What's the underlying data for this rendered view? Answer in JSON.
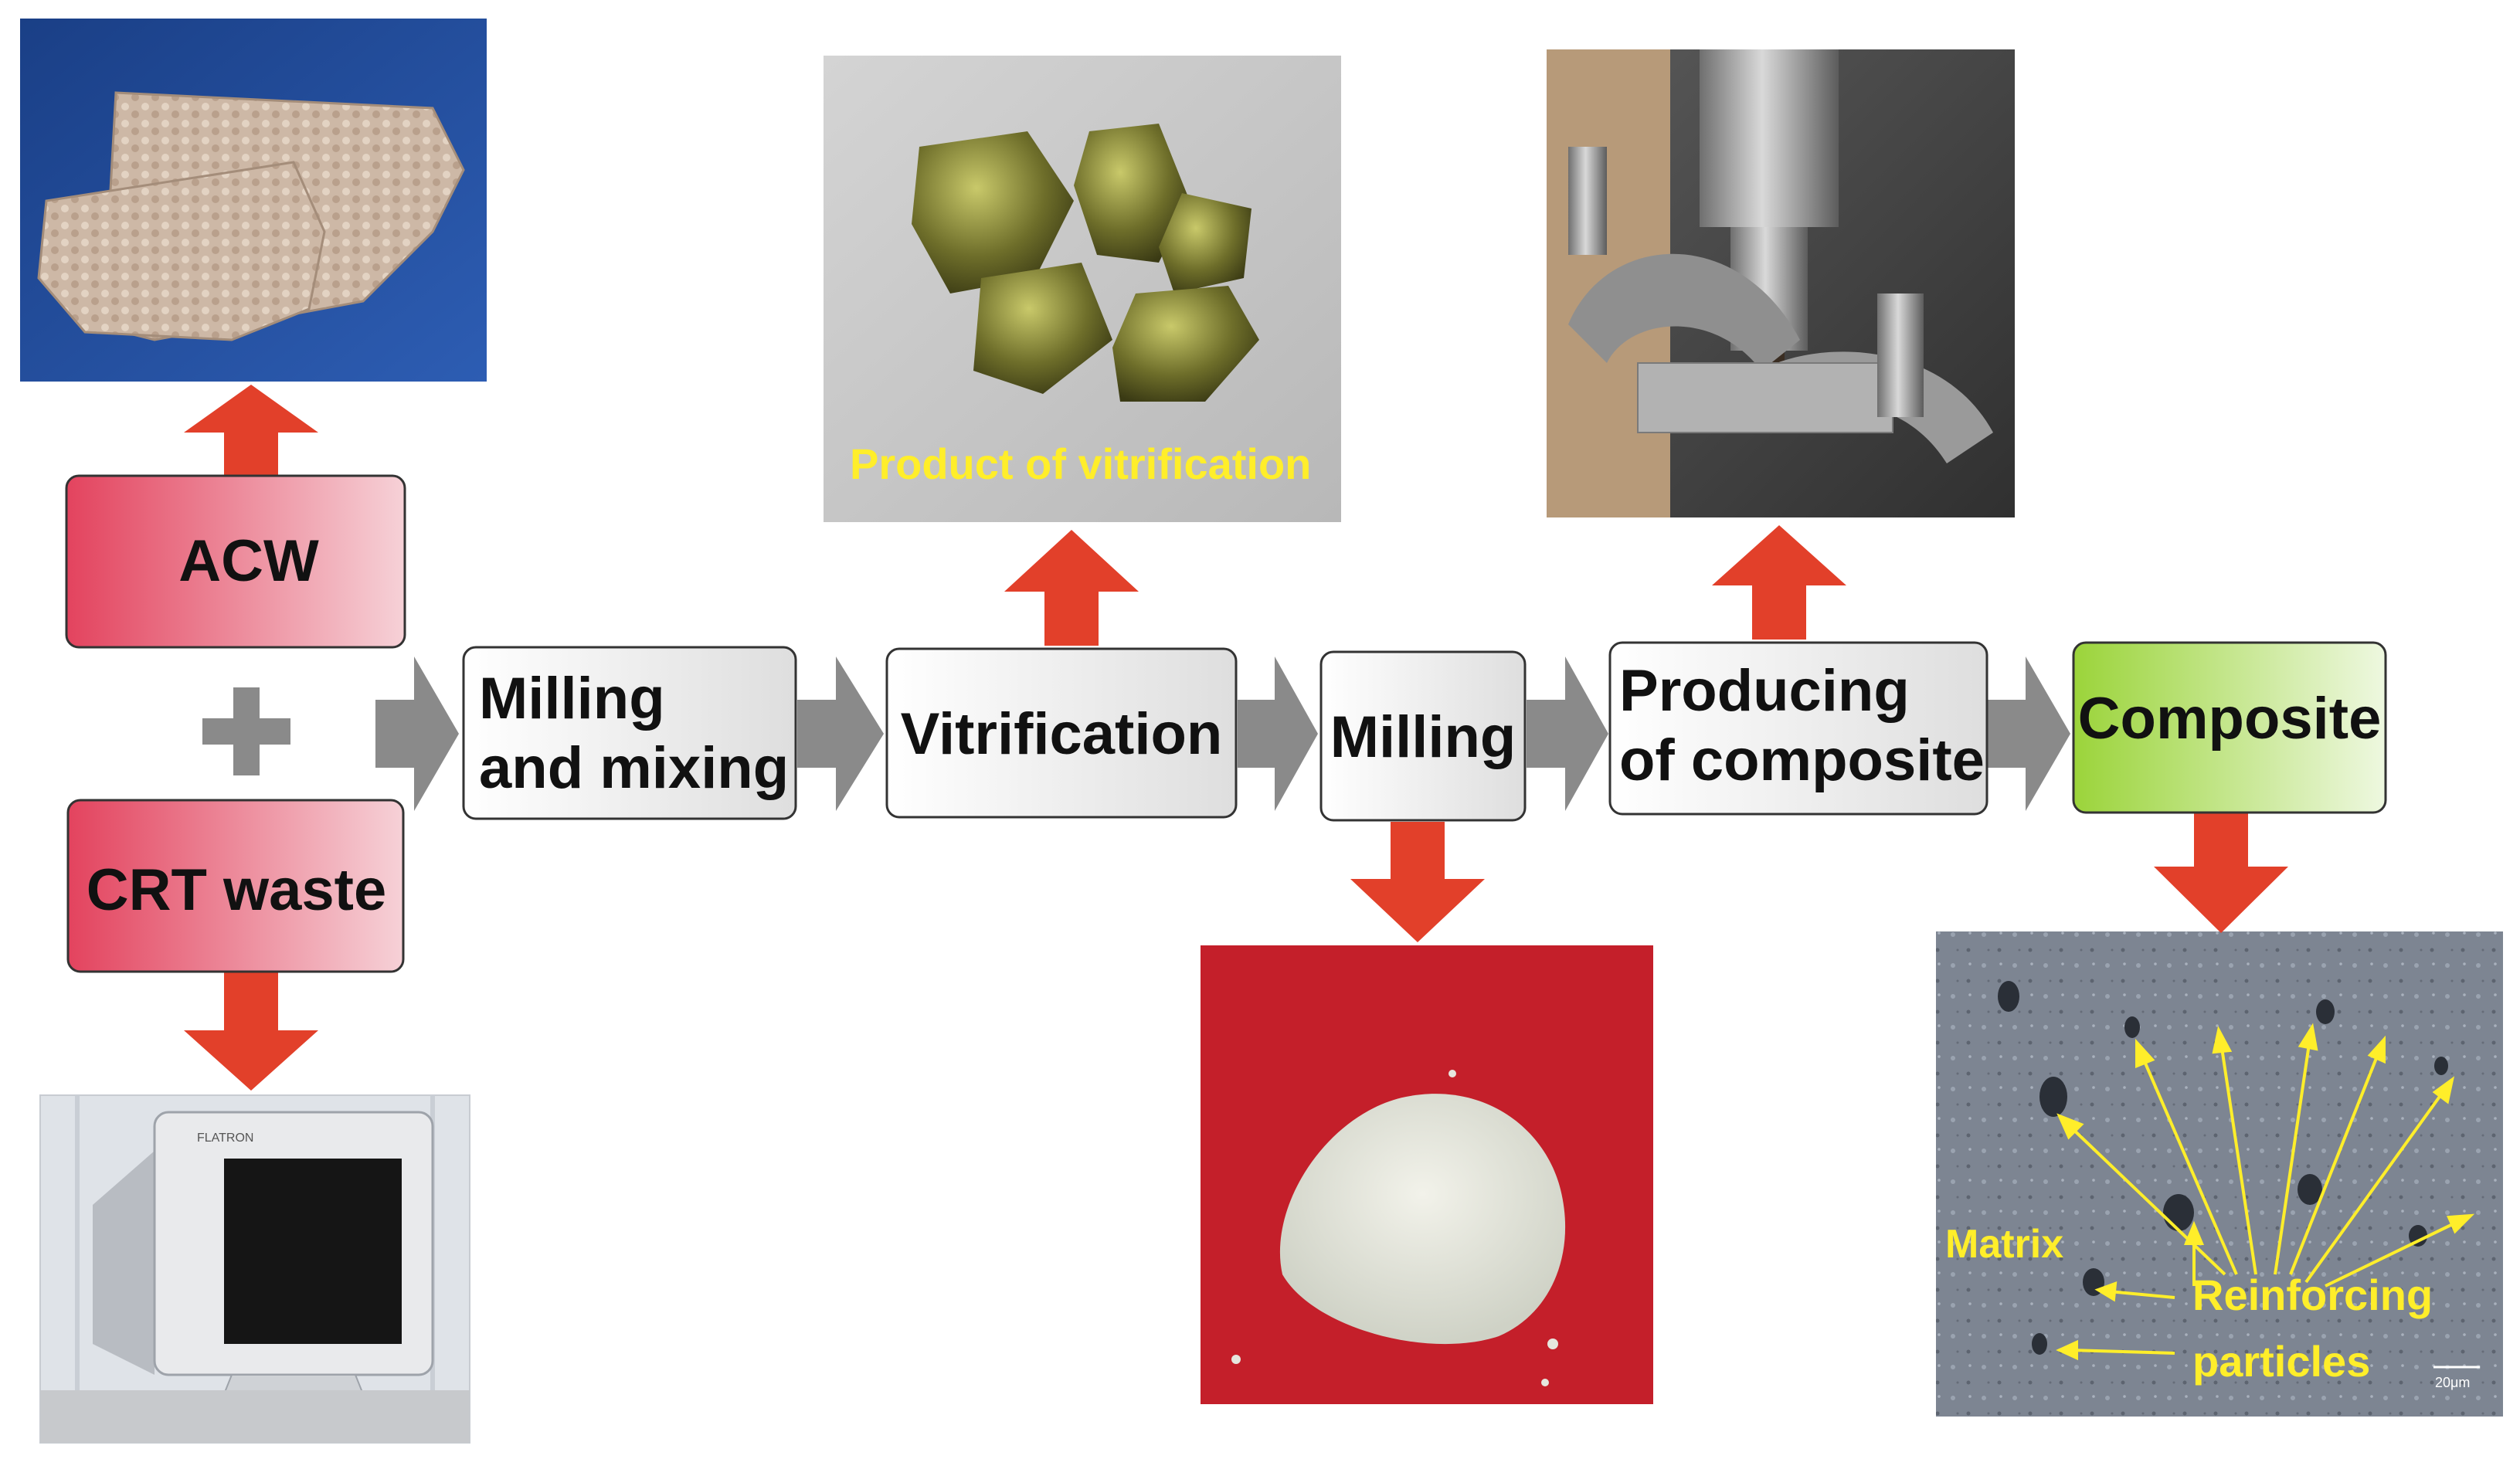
{
  "boxes": {
    "acw": "ACW",
    "crt_waste": "CRT waste",
    "milling_mixing_line1": "Milling",
    "milling_mixing_line2": "and mixing",
    "vitrification": "Vitrification",
    "milling": "Milling",
    "producing_line1": "Producing",
    "producing_line2": "of composite",
    "composite": "Composite"
  },
  "plus_sign": "+",
  "photos": {
    "acw_sample": "",
    "crt_monitor": "",
    "vitrification_product": "",
    "milled_powder": "",
    "milling_machine": "",
    "micrograph": ""
  },
  "captions": {
    "vitrification_product": "Product of vitrification",
    "matrix": "Matrix",
    "reinforcing_line1": "Reinforcing",
    "reinforcing_line2": "particles",
    "monitor_brand": "FLATRON",
    "scale_bar": "20μm"
  },
  "colors": {
    "process_arrow": "#8a8a8a",
    "photo_arrow": "#e2402a",
    "input_box_dark": "#e3435e",
    "input_box_light": "#f6d1d7",
    "composite_dark": "#9bd43a",
    "composite_light": "#eef8e0",
    "caption_yellow": "#ffee2a"
  }
}
